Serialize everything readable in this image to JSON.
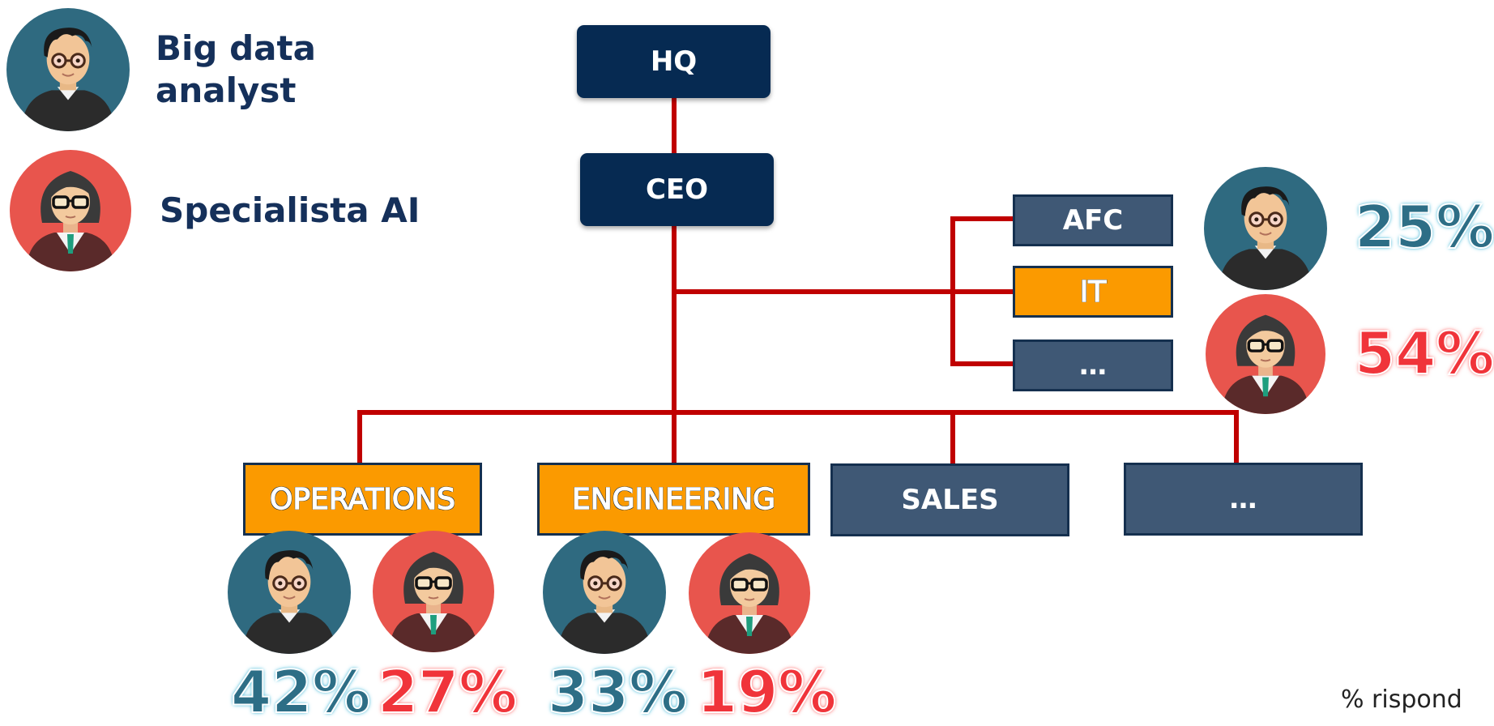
{
  "legend": {
    "analyst_label": "Big data\nanalyst",
    "analyst_line1": "Big data",
    "analyst_line2": "analyst",
    "specialist_label": "Specialista AI"
  },
  "org": {
    "hq": "HQ",
    "ceo": "CEO",
    "staff": [
      "AFC",
      "IT",
      "…"
    ],
    "departments": [
      "OPERATIONS",
      "ENGINEERING",
      "SALES",
      "…"
    ]
  },
  "percentages": {
    "it_analyst": "25%",
    "it_specialist": "54%",
    "operations_analyst": "42%",
    "operations_specialist": "27%",
    "engineering_analyst": "33%",
    "engineering_specialist": "19%"
  },
  "footnote": "% rispond",
  "colors": {
    "navy": "#062a52",
    "slate": "#3f5875",
    "orange": "#fb9a00",
    "connector": "#c00000",
    "analyst_bg": "#2f6a80",
    "specialist_bg": "#e8554d"
  },
  "icons": {
    "analyst": "male-analyst-avatar-icon",
    "specialist": "female-specialist-avatar-icon"
  }
}
